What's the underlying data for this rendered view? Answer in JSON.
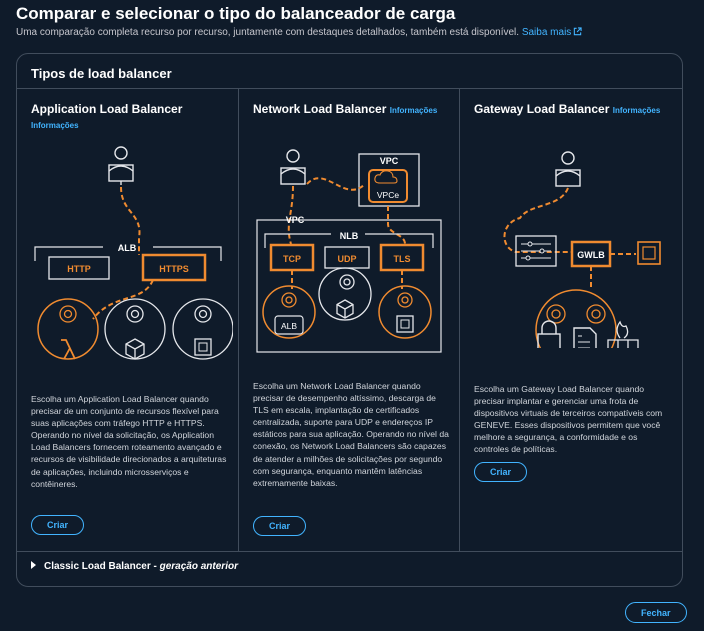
{
  "header": {
    "title": "Comparar e selecionar o tipo do balanceador de carga",
    "subtitle": "Uma comparação completa recurso por recurso, juntamente com destaques detalhados, também está disponível.",
    "learn_more": "Saiba mais"
  },
  "panel": {
    "title": "Tipos de load balancer"
  },
  "load_balancers": [
    {
      "name": "Application Load Balancer",
      "info": "Informações",
      "diagram": {
        "container": "ALB",
        "boxes": [
          "HTTP",
          "HTTPS"
        ]
      },
      "description": "Escolha um Application Load Balancer quando precisar de um conjunto de recursos flexível para suas aplicações com tráfego HTTP e HTTPS. Operando no nível da solicitação, os Application Load Balancers fornecem roteamento avançado e recursos de visibilidade direcionados a arquiteturas de aplicações, incluindo microsserviços e contêineres.",
      "create": "Criar"
    },
    {
      "name": "Network Load Balancer",
      "info": "Informações",
      "diagram": {
        "outer": "VPC",
        "inner": "VPC",
        "endpoint": "VPCe",
        "container": "NLB",
        "boxes": [
          "TCP",
          "UDP",
          "TLS"
        ],
        "target": "ALB"
      },
      "description": "Escolha um Network Load Balancer quando precisar de desempenho altíssimo, descarga de TLS em escala, implantação de certificados centralizada, suporte para UDP e endereços IP estáticos para sua aplicação. Operando no nível da conexão, os Network Load Balancers são capazes de atender a milhões de solicitações por segundo com segurança, enquanto mantêm latências extremamente baixas.",
      "create": "Criar"
    },
    {
      "name": "Gateway Load Balancer",
      "info": "Informações",
      "diagram": {
        "gateway": "GWLB"
      },
      "description": "Escolha um Gateway Load Balancer quando precisar implantar e gerenciar uma frota de dispositivos virtuais de terceiros compatíveis com GENEVE. Esses dispositivos permitem que você melhore a segurança, a conformidade e os controles de políticas.",
      "create": "Criar"
    }
  ],
  "classic": {
    "label": "Classic Load Balancer",
    "separator": " - ",
    "note": "geração anterior"
  },
  "footer": {
    "close": "Fechar"
  },
  "colors": {
    "accent": "#42b4ff",
    "orange": "#f08b30",
    "background": "#0f1b2a",
    "border": "#414d5c"
  }
}
